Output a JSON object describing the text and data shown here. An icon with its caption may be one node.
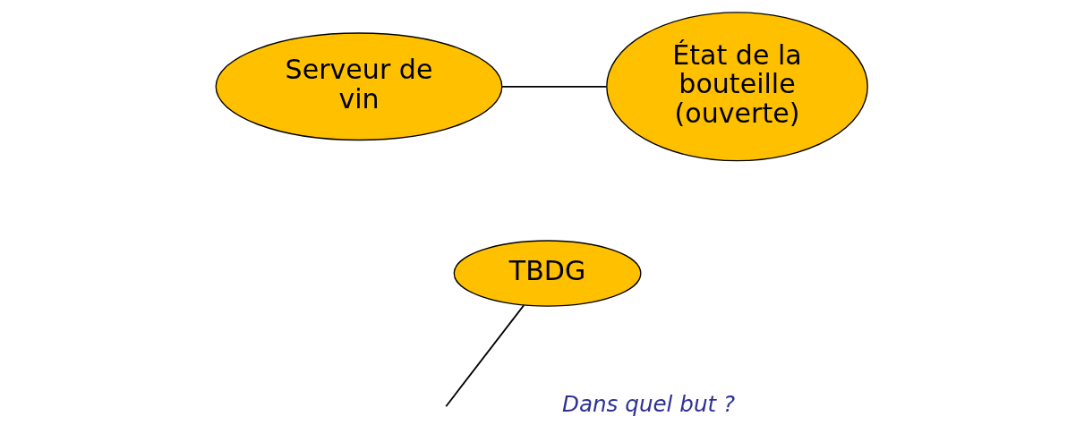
{
  "diagram": {
    "nodes": [
      {
        "text": [
          "Serveur de vin"
        ]
      },
      {
        "text": [
          "État de la bouteille (ouverte)"
        ]
      },
      {
        "text": [
          "TBDG"
        ]
      }
    ],
    "edges": [
      {
        "from": 0,
        "to": 1,
        "arrow": "none"
      },
      {
        "from": 2,
        "to": null,
        "arrow": "none"
      }
    ],
    "labels": [
      "Dans quel but ?"
    ]
  }
}
